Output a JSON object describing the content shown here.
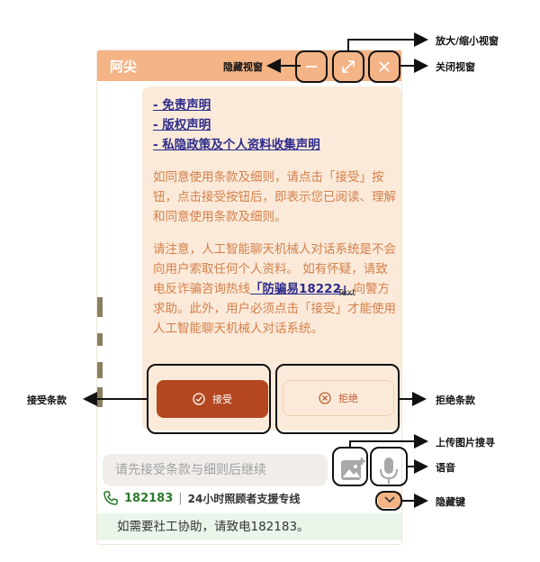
{
  "app": {
    "title": "阿尖"
  },
  "window_controls": {
    "minimize_icon": "minus-icon",
    "maximize_icon": "expand-icon",
    "close_icon": "close-icon"
  },
  "terms": {
    "links": [
      "- 免责声明",
      "- 版权声明",
      "- 私隐政策及个人资料收集声明"
    ],
    "para1": "如同意使用条款及细则，请点击「接受」按钮，点击接受按钮后，即表示您已阅读、理解和同意使用条款及细则。",
    "para2_before": "请注意，人工智能聊天机械人对话系统是不会向用户索取任何个人资料。 如有怀疑，请致电反诈骗咨询热线",
    "para2_hotline": "「防骗易18222」",
    "para2_after": "向警方求助。此外，用户必须点击「接受」才能使用人工智能聊天机械人对话系统。"
  },
  "buttons": {
    "accept": "接受",
    "reject": "拒绝"
  },
  "input": {
    "placeholder": "请先接受条款与细则后继续"
  },
  "hotline": {
    "number": "182183",
    "separator": "|",
    "description": "24小时照顾者支援专线"
  },
  "notice": {
    "text": "如需要社工协助，请致电182183。"
  },
  "annotations": {
    "hide_window": "隐藏视窗",
    "zoom_window": "放大/缩小视窗",
    "close_window": "关闭视窗",
    "accept_terms": "接受条款",
    "reject_terms": "拒绝条款",
    "upload_image": "上传图片搜寻",
    "voice": "语音",
    "hide_key": "隐藏键",
    "stray_text": "Text"
  },
  "colors": {
    "accent": "#f4b486",
    "accept": "#b4471f",
    "panel": "#fbead9",
    "link": "#2e2c8c",
    "hotline": "#2c7a2c"
  }
}
